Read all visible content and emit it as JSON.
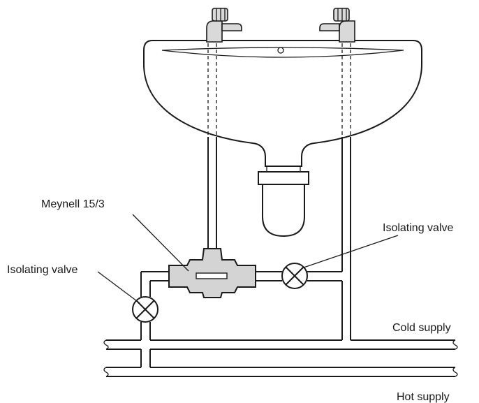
{
  "labels": {
    "mixer": "Meynell 15/3",
    "valve_right": "Isolating valve",
    "valve_left": "Isolating valve",
    "cold_supply": "Cold supply",
    "hot_supply": "Hot supply"
  }
}
